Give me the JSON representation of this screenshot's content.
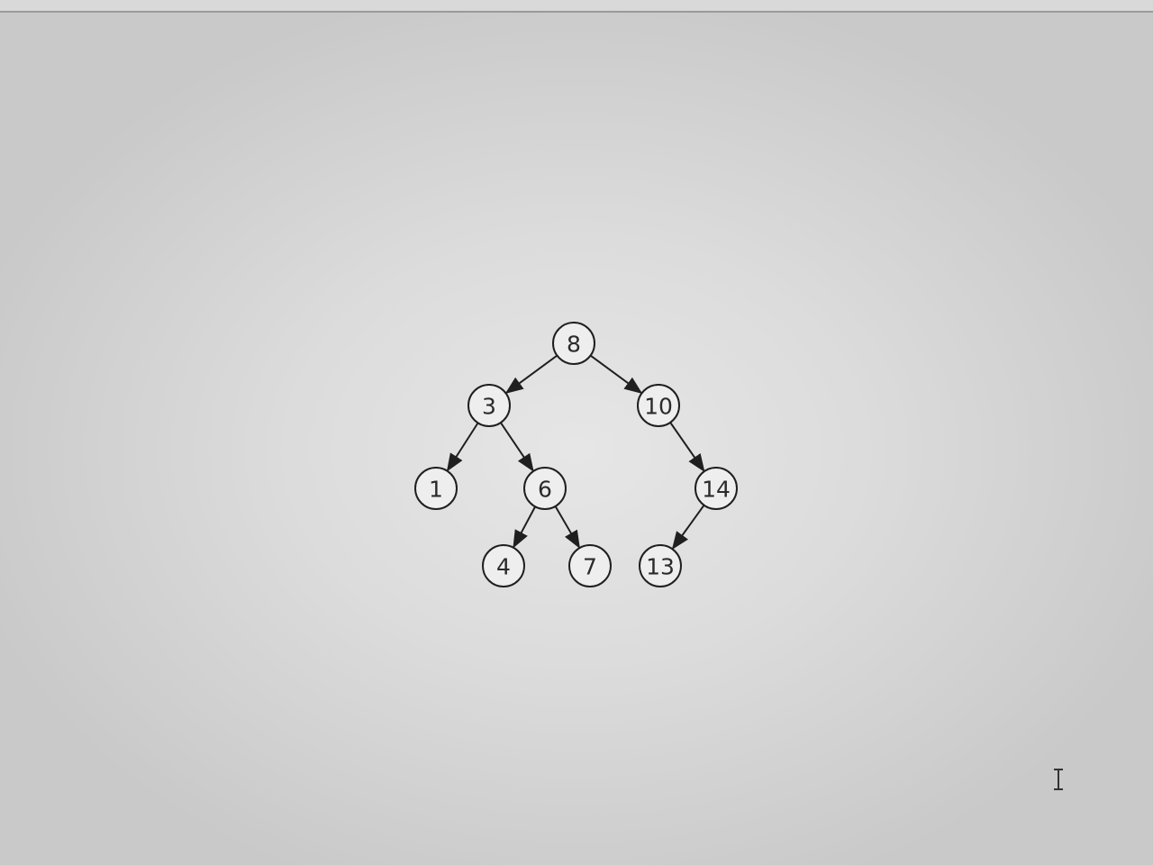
{
  "tree": {
    "nodes": [
      {
        "id": "n8",
        "label": "8"
      },
      {
        "id": "n3",
        "label": "3"
      },
      {
        "id": "n10",
        "label": "10"
      },
      {
        "id": "n1",
        "label": "1"
      },
      {
        "id": "n6",
        "label": "6"
      },
      {
        "id": "n14",
        "label": "14"
      },
      {
        "id": "n4",
        "label": "4"
      },
      {
        "id": "n7",
        "label": "7"
      },
      {
        "id": "n13",
        "label": "13"
      }
    ],
    "edges": [
      {
        "from": "n8",
        "to": "n3"
      },
      {
        "from": "n8",
        "to": "n10"
      },
      {
        "from": "n3",
        "to": "n1"
      },
      {
        "from": "n3",
        "to": "n6"
      },
      {
        "from": "n10",
        "to": "n14"
      },
      {
        "from": "n6",
        "to": "n4"
      },
      {
        "from": "n6",
        "to": "n7"
      },
      {
        "from": "n14",
        "to": "n13"
      }
    ]
  },
  "cursor": {
    "icon": "text-cursor-icon"
  }
}
